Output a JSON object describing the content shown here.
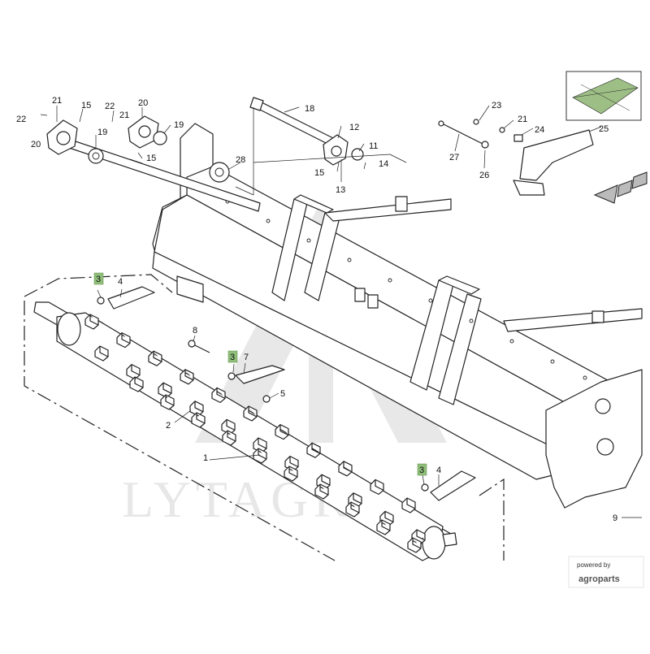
{
  "callouts": [
    {
      "id": "c1",
      "text": "1"
    },
    {
      "id": "c2",
      "text": "2"
    },
    {
      "id": "c3a",
      "text": "3",
      "highlight": true
    },
    {
      "id": "c3b",
      "text": "3",
      "highlight": true
    },
    {
      "id": "c3c",
      "text": "3",
      "highlight": true
    },
    {
      "id": "c4a",
      "text": "4"
    },
    {
      "id": "c4b",
      "text": "4"
    },
    {
      "id": "c5",
      "text": "5"
    },
    {
      "id": "c7",
      "text": "7"
    },
    {
      "id": "c8",
      "text": "8"
    },
    {
      "id": "c9",
      "text": "9"
    },
    {
      "id": "c11",
      "text": "11"
    },
    {
      "id": "c12",
      "text": "12"
    },
    {
      "id": "c13",
      "text": "13"
    },
    {
      "id": "c14",
      "text": "14"
    },
    {
      "id": "c15a",
      "text": "15"
    },
    {
      "id": "c15b",
      "text": "15"
    },
    {
      "id": "c15c",
      "text": "15"
    },
    {
      "id": "c18",
      "text": "18"
    },
    {
      "id": "c19a",
      "text": "19"
    },
    {
      "id": "c19b",
      "text": "19"
    },
    {
      "id": "c20a",
      "text": "20"
    },
    {
      "id": "c20b",
      "text": "20"
    },
    {
      "id": "c21a",
      "text": "21"
    },
    {
      "id": "c21b",
      "text": "21"
    },
    {
      "id": "c21c",
      "text": "21"
    },
    {
      "id": "c22a",
      "text": "22"
    },
    {
      "id": "c22b",
      "text": "22"
    },
    {
      "id": "c23",
      "text": "23"
    },
    {
      "id": "c24",
      "text": "24"
    },
    {
      "id": "c25",
      "text": "25"
    },
    {
      "id": "c26",
      "text": "26"
    },
    {
      "id": "c27",
      "text": "27"
    },
    {
      "id": "c28",
      "text": "28"
    }
  ],
  "watermark": {
    "text": "LYTAGRA"
  },
  "branding": {
    "powered_by": "powered by",
    "brand": "agroparts"
  },
  "colors": {
    "highlight": "#8fbf7a",
    "line": "#222222",
    "watermark": "#000000"
  }
}
